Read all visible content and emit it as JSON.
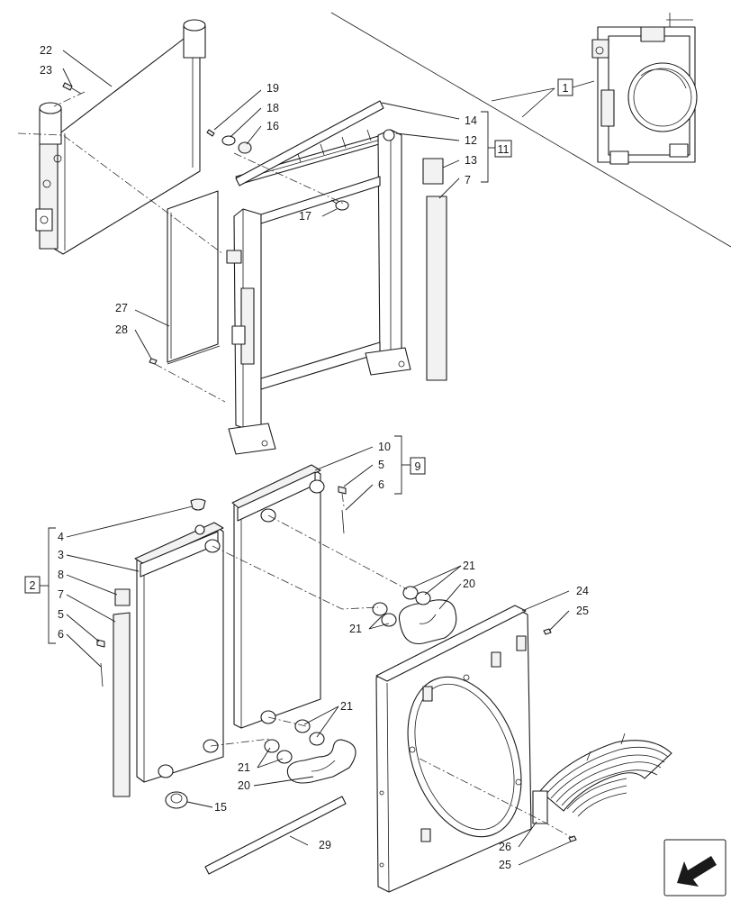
{
  "callouts": {
    "c22": "22",
    "c23": "23",
    "c19": "19",
    "c18": "18",
    "c16": "16",
    "c14": "14",
    "c12": "12",
    "c13": "13",
    "c7a": "7",
    "c17": "17",
    "c27": "27",
    "c28": "28",
    "c10": "10",
    "c5a": "5",
    "c6a": "6",
    "c4": "4",
    "c3": "3",
    "c8": "8",
    "c7b": "7",
    "c5b": "5",
    "c6b": "6",
    "c21a": "21",
    "c20a": "20",
    "c21b": "21",
    "c24": "24",
    "c25a": "25",
    "c21c": "21",
    "c21d": "21",
    "c20b": "20",
    "c15": "15",
    "c29": "29",
    "c26": "26",
    "c25b": "25"
  },
  "boxes": {
    "b1": "1",
    "b11": "11",
    "b9": "9",
    "b2": "2"
  },
  "icons": {
    "nav": "arrow-left-down-icon"
  }
}
